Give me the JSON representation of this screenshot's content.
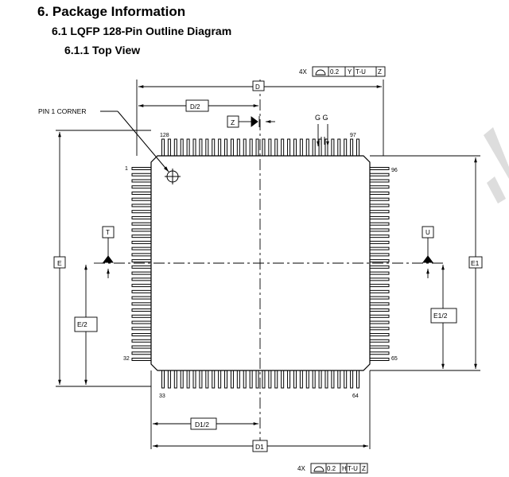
{
  "section_title": "6. Package Information",
  "subsection_title": "6.1 LQFP 128-Pin Outline Diagram",
  "subsubsection_title": "6.1.1 Top View",
  "diagram": {
    "labels": {
      "pin1_corner": "PIN 1 CORNER",
      "pin_128": "128",
      "pin_1": "1",
      "pin_97": "97",
      "pin_96": "96",
      "pin_32": "32",
      "pin_33": "33",
      "pin_64": "64",
      "pin_65": "65",
      "dim_D": "D",
      "dim_D_half": "D/2",
      "dim_D1": "D1",
      "dim_D1_half": "D1/2",
      "dim_E": "E",
      "dim_E_half": "E/2",
      "dim_E1": "E1",
      "dim_E1_half": "E1/2",
      "datum_T": "T",
      "datum_U": "U",
      "datum_Z": "Z",
      "gg": "G G"
    },
    "tolerance_top": {
      "count": "4X",
      "value": "0.2",
      "datum1": "Y",
      "datum2": "T-U",
      "datum3": "Z"
    },
    "tolerance_bottom": {
      "count": "4X",
      "value": "0.2",
      "datum1": "H",
      "datum2": "T-U",
      "datum3": "Z"
    },
    "pins_per_side": 32
  }
}
